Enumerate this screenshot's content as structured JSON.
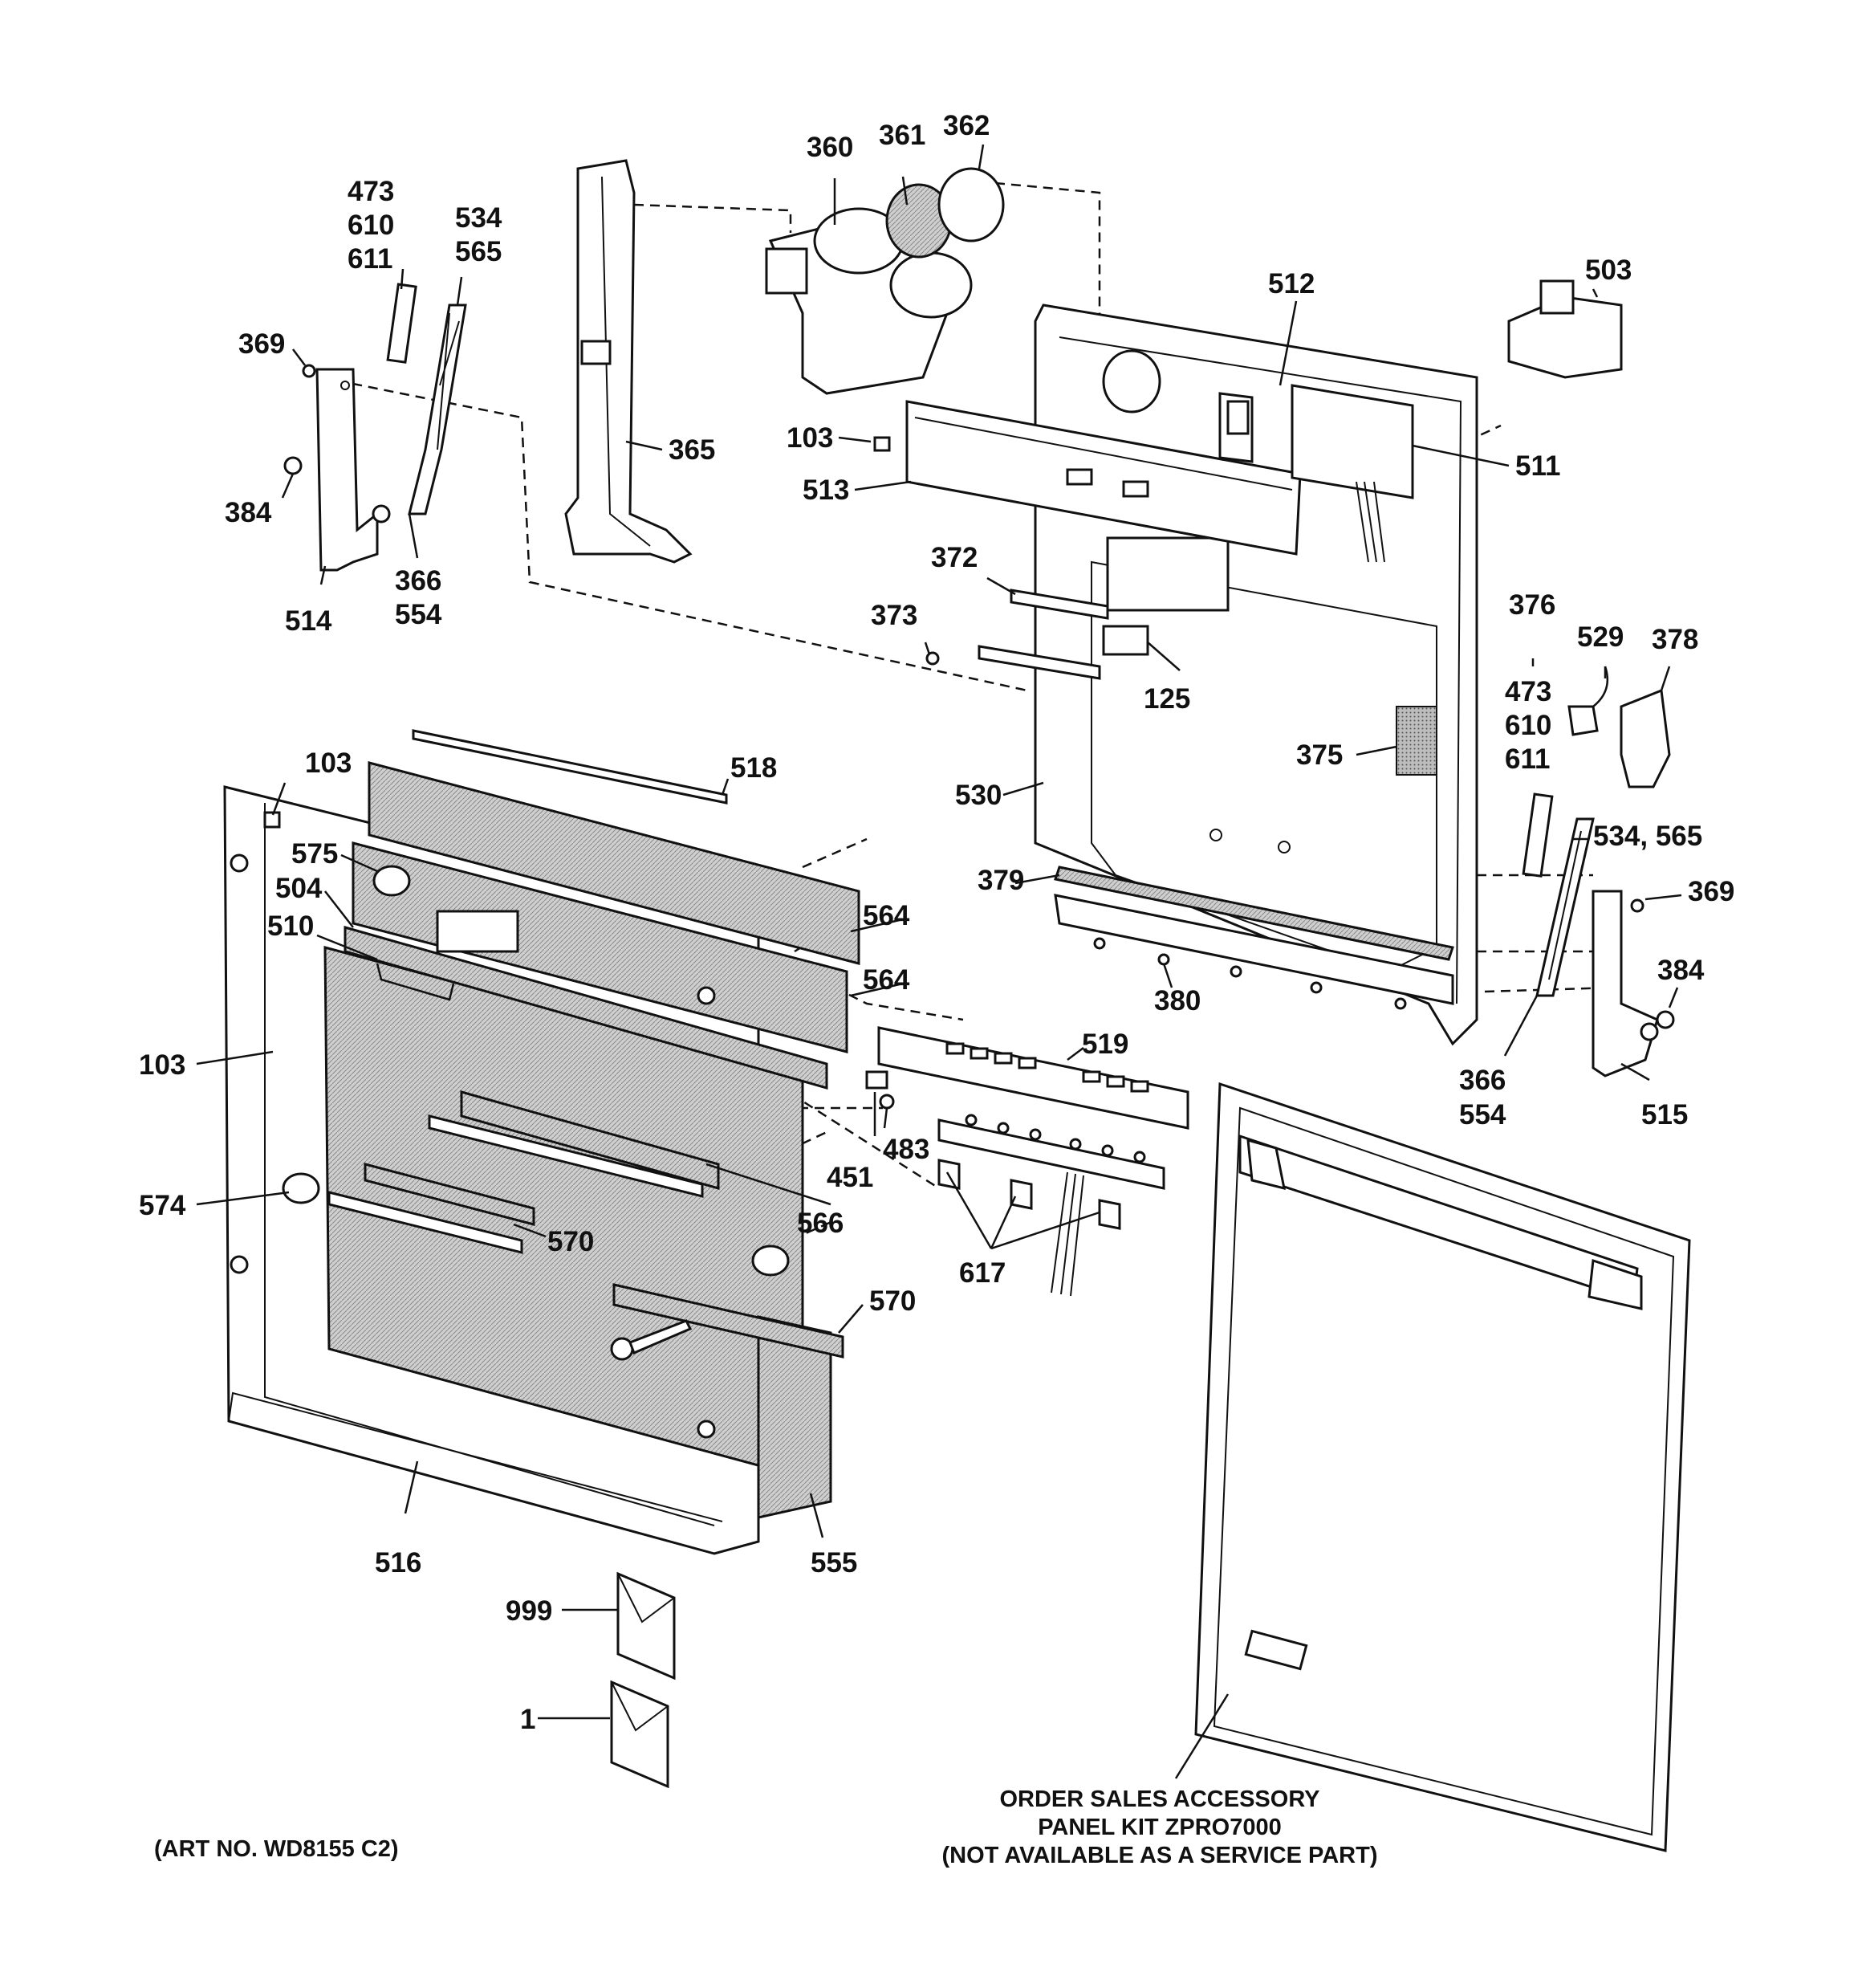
{
  "labels": {
    "l360": "360",
    "l361": "361",
    "l362": "362",
    "l473a": "473",
    "l610a": "610",
    "l611a": "611",
    "l534a": "534",
    "l565a": "565",
    "l369a": "369",
    "l384a": "384",
    "l514": "514",
    "l366a": "366",
    "l554a": "554",
    "l365": "365",
    "l103a": "103",
    "l513": "513",
    "l512": "512",
    "l503": "503",
    "l511": "511",
    "l372": "372",
    "l373": "373",
    "l125": "125",
    "l376": "376",
    "l529": "529",
    "l378": "378",
    "l473b": "473",
    "l610b": "610",
    "l611b": "611",
    "l375": "375",
    "l530": "530",
    "l534_565": "534, 565",
    "l379": "379",
    "l369b": "369",
    "l384b": "384",
    "l380": "380",
    "l366b": "366",
    "l554b": "554",
    "l515": "515",
    "l103b": "103",
    "l518": "518",
    "l575": "575",
    "l504": "504",
    "l510": "510",
    "l564a": "564",
    "l564b": "564",
    "l519": "519",
    "l103c": "103",
    "l451": "451",
    "l483": "483",
    "l574": "574",
    "l570a": "570",
    "l566": "566",
    "l617": "617",
    "l570b": "570",
    "l516": "516",
    "l555": "555",
    "l999": "999",
    "l1": "1"
  },
  "notes": {
    "accessory_line1": "ORDER SALES ACCESSORY",
    "accessory_line2": "PANEL KIT ZPRO7000",
    "accessory_line3": "(NOT AVAILABLE AS A SERVICE PART)",
    "art_no": "(ART NO. WD8155 C2)"
  }
}
